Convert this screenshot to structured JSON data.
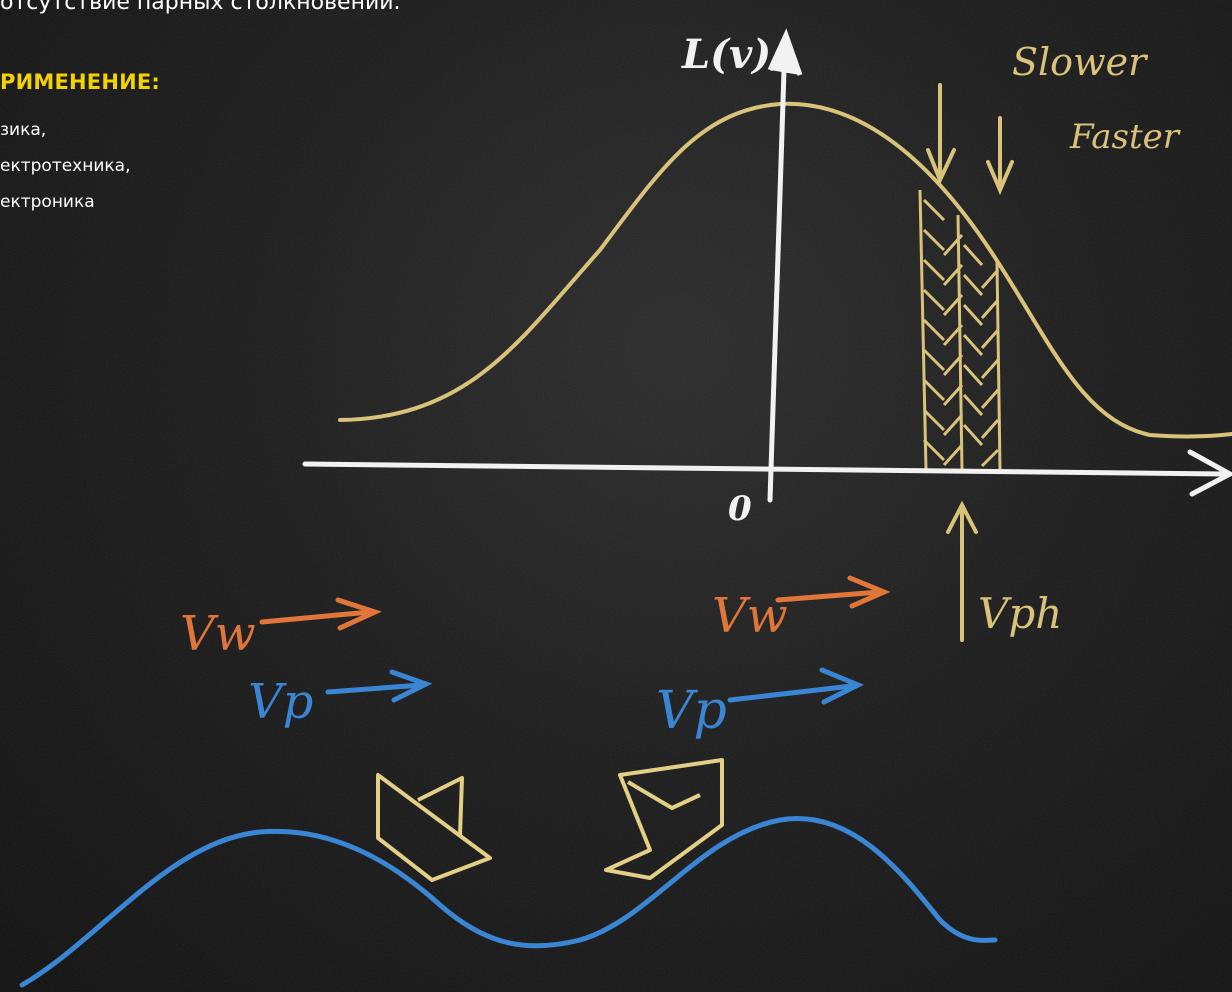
{
  "left_panel": {
    "top_text": "отсутствие парных столкновений.",
    "heading": "РИМЕНЕНИЕ:",
    "items": [
      "зика,",
      "ектротехника,",
      "ектроника"
    ]
  },
  "diagram": {
    "y_axis_label": "L(v)",
    "origin_label": "0",
    "slower_label": "Slower",
    "faster_label": "Faster",
    "vph_label": "Vph",
    "vw_label": "Vw",
    "vp_label": "Vp"
  },
  "colors": {
    "chalk_yellow": "#d9c27a",
    "chalk_orange": "#e0763a",
    "chalk_blue": "#3a86d4",
    "chalk_white": "#f2f2f2",
    "heading_yellow": "#f2d200"
  }
}
